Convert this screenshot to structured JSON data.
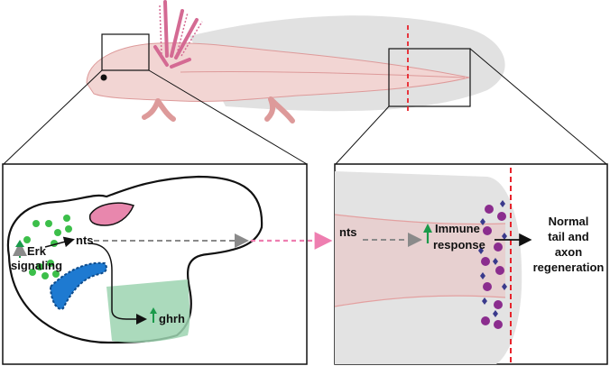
{
  "labels": {
    "erk": "Erk",
    "signaling": "signaling",
    "nts_brain": "nts",
    "ghrh": "ghrh",
    "nts_tail": "nts",
    "immune_1": "Immune",
    "immune_2": "response",
    "outcome_1": "Normal",
    "outcome_2": "tail and",
    "outcome_3": "axon",
    "outcome_4": "regeneration"
  },
  "colors": {
    "axolotl_body": "#f2d5d3",
    "axolotl_outline": "#dd9a9a",
    "gills": "#d46a93",
    "tail_fin": "#dcdcdc",
    "amputation_line": "#e8242c",
    "pituitary": "#e887ad",
    "hypothalamus": "#9cd3b0",
    "choroid": "#1e7ad1",
    "erk_dots": "#3cbf4a",
    "up_arrow": "#1a9a4a",
    "immune_cells": "#8b2d8e",
    "neutrophils": "#3a3a8c",
    "cross_arrow": "#ee7eb0"
  },
  "icons": [
    "axolotl",
    "brain-section",
    "tail-section",
    "immune-cell",
    "up-arrow"
  ]
}
